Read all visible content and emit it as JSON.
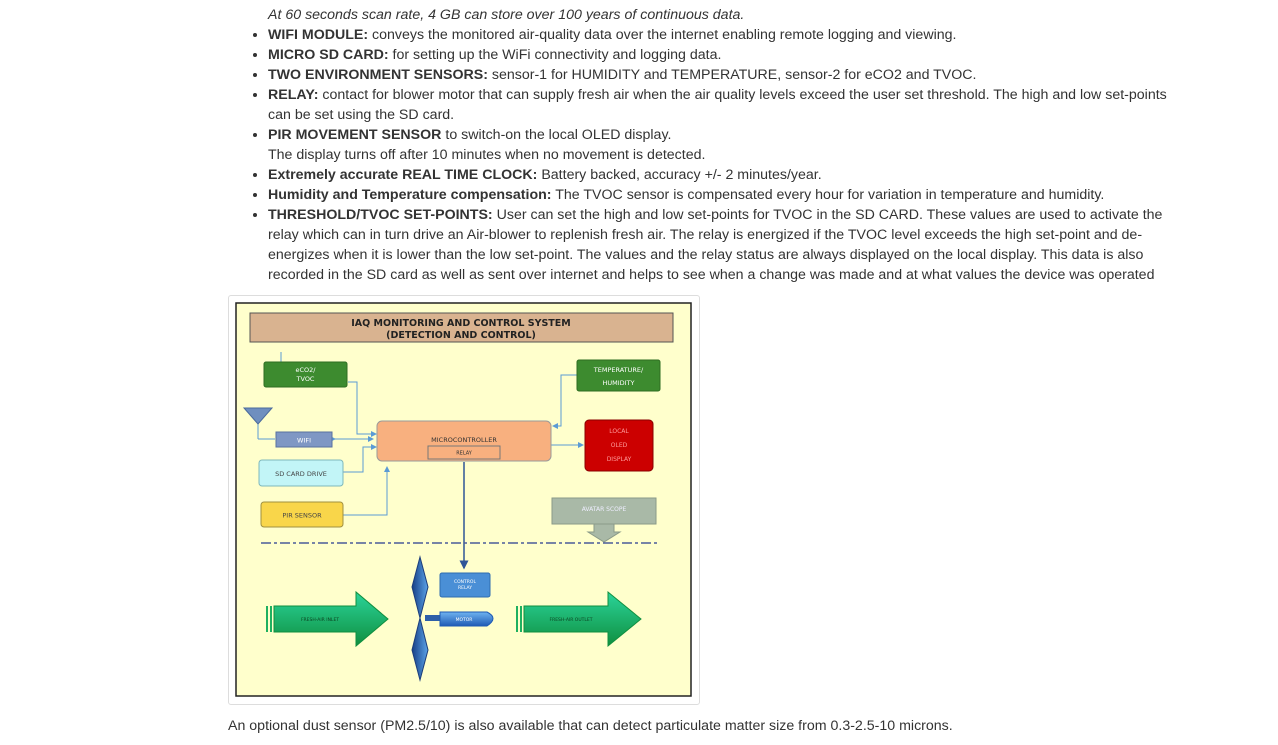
{
  "intro_note": "At 60 seconds scan rate, 4 GB can store over 100 years of continuous data.",
  "features": [
    {
      "label": "WIFI MODULE:",
      "text": " conveys the monitored air-quality data over the internet enabling remote logging and viewing."
    },
    {
      "label": "MICRO SD CARD:",
      "text": " for setting up the WiFi connectivity and logging data."
    },
    {
      "label": "TWO ENVIRONMENT SENSORS:",
      "text": " sensor-1 for HUMIDITY and TEMPERATURE, sensor-2 for eCO2 and TVOC."
    },
    {
      "label": "RELAY:",
      "text": " contact for blower motor that can supply fresh air when the air quality levels exceed the user set threshold. The high and low set-points can be set using the SD card."
    },
    {
      "label": "PIR MOVEMENT SENSOR",
      "text": " to switch-on the local OLED display.",
      "extra": "The display turns off after 10 minutes when no movement is detected."
    },
    {
      "label": "Extremely accurate REAL TIME CLOCK:",
      "text": " Battery backed, accuracy +/- 2 minutes/year."
    },
    {
      "label": "Humidity and Temperature compensation:",
      "text": " The TVOC sensor is compensated every hour for variation in temperature and humidity."
    },
    {
      "label": "THRESHOLD/TVOC SET-POINTS:",
      "text": " User can set the high and low set-points for TVOC in the SD CARD. These values are used to activate the relay which can in turn drive an Air-blower to replenish fresh air. The relay is energized if the TVOC level exceeds the high set-point and de-energizes when it is lower than the low set-point. The values and the relay status are always displayed on the local display. This data is also recorded in the SD card as well as sent over internet and helps to see when a change was made and at what values the device was operated"
    }
  ],
  "diagram": {
    "title_line1": "IAQ MONITORING AND CONTROL SYSTEM",
    "title_line2": "(DETECTION AND CONTROL)",
    "eco2_line1": "eCO2/",
    "eco2_line2": "TVOC",
    "temp_line1": "TEMPERATURE/",
    "temp_line2": "HUMIDITY",
    "wifi": "WIFI",
    "mcu": "MICROCONTROLLER",
    "relay": "RELAY",
    "oled_line1": "LOCAL",
    "oled_line2": "OLED",
    "oled_line3": "DISPLAY",
    "sd": "SD CARD DRIVE",
    "pir": "PIR SENSOR",
    "avatar": "AVATAR SCOPE",
    "control_line1": "CONTROL",
    "control_line2": "RELAY",
    "motor": "MOTOR",
    "inlet": "FRESH-AIR INLET",
    "outlet": "FRESH-AIR OUTLET",
    "colors": {
      "background": "#ffffcc",
      "title_band": "#d9b390",
      "sensor_green": "#3d8b2f",
      "wifi": "#7f97c4",
      "mcu": "#f8b07f",
      "oled": "#cc0000",
      "sd": "#c2f5f7",
      "pir": "#f9d64a",
      "avatar": "#a9b9a7",
      "control_relay": "#4a8fd6",
      "arrow_green": "#1fb060"
    }
  },
  "footer_note": "An optional dust sensor (PM2.5/10) is also available that can detect particulate matter size from 0.3-2.5-10 microns."
}
